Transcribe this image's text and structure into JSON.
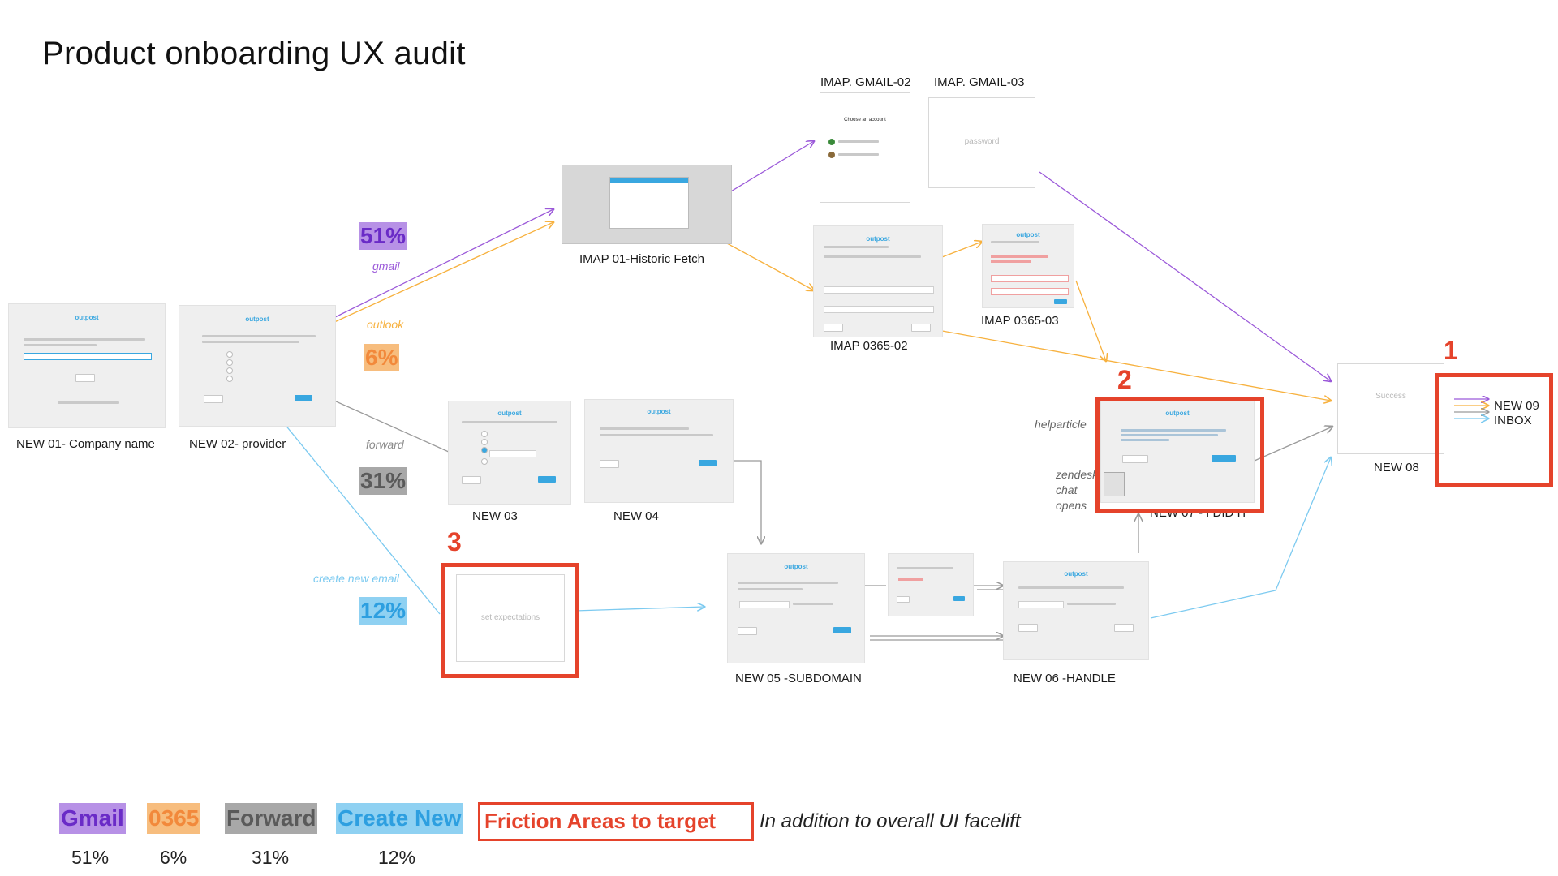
{
  "title": "Product onboarding UX audit",
  "colors": {
    "gmail": "#9b59d9",
    "o365": "#f7b13e",
    "forward": "#9a9a9a",
    "create_new": "#7ccaf0",
    "gmail_swatch": "#b791e6",
    "o365_swatch": "#f7bd7e",
    "forward_swatch": "#a8a8a8",
    "create_swatch": "#8fd1f2",
    "gmail_text": "#6a2bc7",
    "o365_text": "#f2893b",
    "forward_text": "#5a5a5a",
    "create_text": "#2d9fe0",
    "friction": "#e5432b",
    "screen_logo": "#39a7e0"
  },
  "screens": {
    "new01": {
      "label": "NEW 01- Company name",
      "logo": "outpost"
    },
    "new02": {
      "label": "NEW 02- provider",
      "logo": "outpost"
    },
    "imap01": {
      "label": "IMAP 01-Historic Fetch"
    },
    "gmail02": {
      "label": "IMAP. GMAIL-02",
      "heading": "Choose an account"
    },
    "gmail03": {
      "label": "IMAP. GMAIL-03",
      "placeholder": "password"
    },
    "o365_02": {
      "label": "IMAP 0365-02",
      "logo": "outpost"
    },
    "o365_03": {
      "label": "IMAP 0365-03",
      "logo": "outpost"
    },
    "new03": {
      "label": "NEW 03",
      "logo": "outpost"
    },
    "new04": {
      "label": "NEW 04",
      "logo": "outpost"
    },
    "new05": {
      "label": "NEW 05 -SUBDOMAIN",
      "logo": "outpost"
    },
    "new06": {
      "label": "NEW 06 -HANDLE",
      "logo": "outpost"
    },
    "new07": {
      "label": "NEW 07 - I DID IT",
      "logo": "outpost"
    },
    "new08": {
      "label": "NEW 08",
      "placeholder": "Success"
    },
    "new09": {
      "label_line1": "NEW 09",
      "label_line2": "INBOX"
    },
    "expect": {
      "placeholder": "set expectations"
    }
  },
  "routes": {
    "gmail": {
      "label": "gmail",
      "pct": "51%"
    },
    "outlook": {
      "label": "outlook",
      "pct": "6%"
    },
    "forward": {
      "label": "forward",
      "pct": "31%"
    },
    "create": {
      "label": "create new email",
      "pct": "12%"
    }
  },
  "friction_numbers": [
    "1",
    "2",
    "3"
  ],
  "annotations": {
    "helparticle": "helparticle",
    "zendesk": [
      "zendesk",
      "chat",
      "opens"
    ]
  },
  "legend": {
    "items": [
      {
        "label": "Gmail",
        "pct": "51%"
      },
      {
        "label": "0365",
        "pct": "6%"
      },
      {
        "label": "Forward",
        "pct": "31%"
      },
      {
        "label": "Create New",
        "pct": "12%"
      }
    ],
    "friction_label": "Friction Areas to target",
    "note": "In addition to overall UI facelift"
  }
}
